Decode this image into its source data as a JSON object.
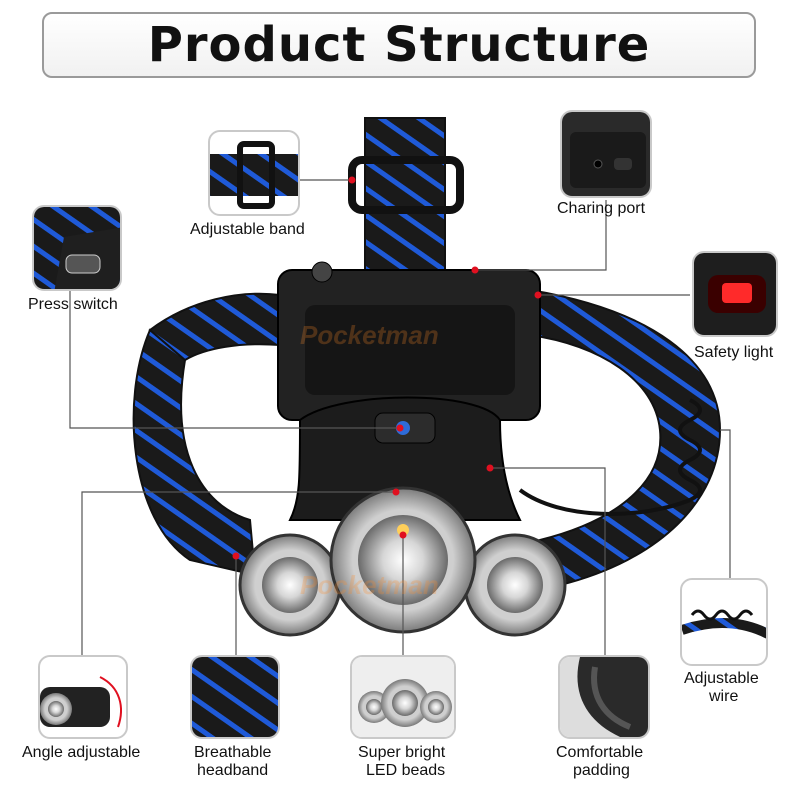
{
  "header": {
    "title": "Product Structure"
  },
  "watermark": "Pocketman",
  "colors": {
    "accent_blue": "#1f5ad8",
    "strap_black": "#1a1a1a",
    "marker_red": "#e01020",
    "frame_gray": "#c9c9c9"
  },
  "callouts": {
    "adjustable_band": "Adjustable band",
    "charging_port": "Charing port",
    "press_switch": "Press switch",
    "safety_light": "Safety light",
    "adjustable_wire_1": "Adjustable",
    "adjustable_wire_2": "wire",
    "angle_adjustable": "Angle adjustable",
    "breathable_1": "Breathable",
    "breathable_2": "headband",
    "led_1": "Super bright",
    "led_2": "LED beads",
    "padding_1": "Comfortable",
    "padding_2": "padding"
  }
}
